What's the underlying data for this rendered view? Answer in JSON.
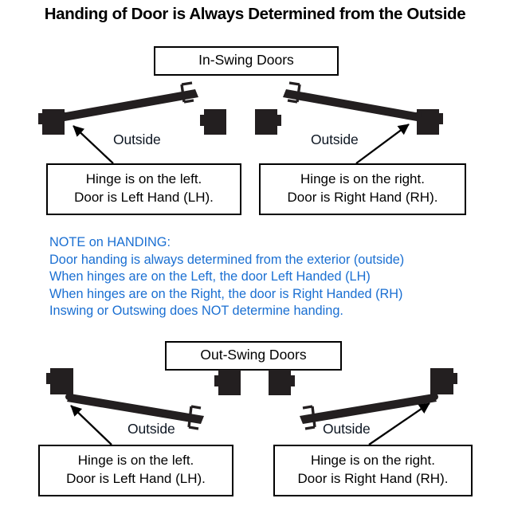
{
  "title": "Handing of Door is Always Determined from the Outside",
  "colors": {
    "note_blue": "#1a6fd2",
    "ink": "#000000",
    "door_fill": "#231f20",
    "outside_label": "#0d1622"
  },
  "sections": [
    {
      "id": "in-swing",
      "header": "In-Swing Doors",
      "doors": [
        {
          "side": "left",
          "outside_label": "Outside",
          "callout": {
            "line1": "Hinge is on the left.",
            "line2": "Door is Left Hand (LH)."
          }
        },
        {
          "side": "right",
          "outside_label": "Outside",
          "callout": {
            "line1": "Hinge is on the right.",
            "line2": "Door is Right Hand (RH)."
          }
        }
      ]
    },
    {
      "id": "out-swing",
      "header": "Out-Swing Doors",
      "doors": [
        {
          "side": "left",
          "outside_label": "Outside",
          "callout": {
            "line1": "Hinge is on the left.",
            "line2": "Door is Left Hand (LH)."
          }
        },
        {
          "side": "right",
          "outside_label": "Outside",
          "callout": {
            "line1": "Hinge is on the right.",
            "line2": "Door is Right Hand (RH)."
          }
        }
      ]
    }
  ],
  "note": {
    "heading": "NOTE on HANDING:",
    "line1": "Door handing is always determined from the exterior (outside)",
    "line2": "When hinges are on the Left, the door Left Handed (LH)",
    "line3": "When hinges are on the Right, the door is Right Handed (RH)",
    "line4": "Inswing or Outswing does NOT determine handing."
  }
}
